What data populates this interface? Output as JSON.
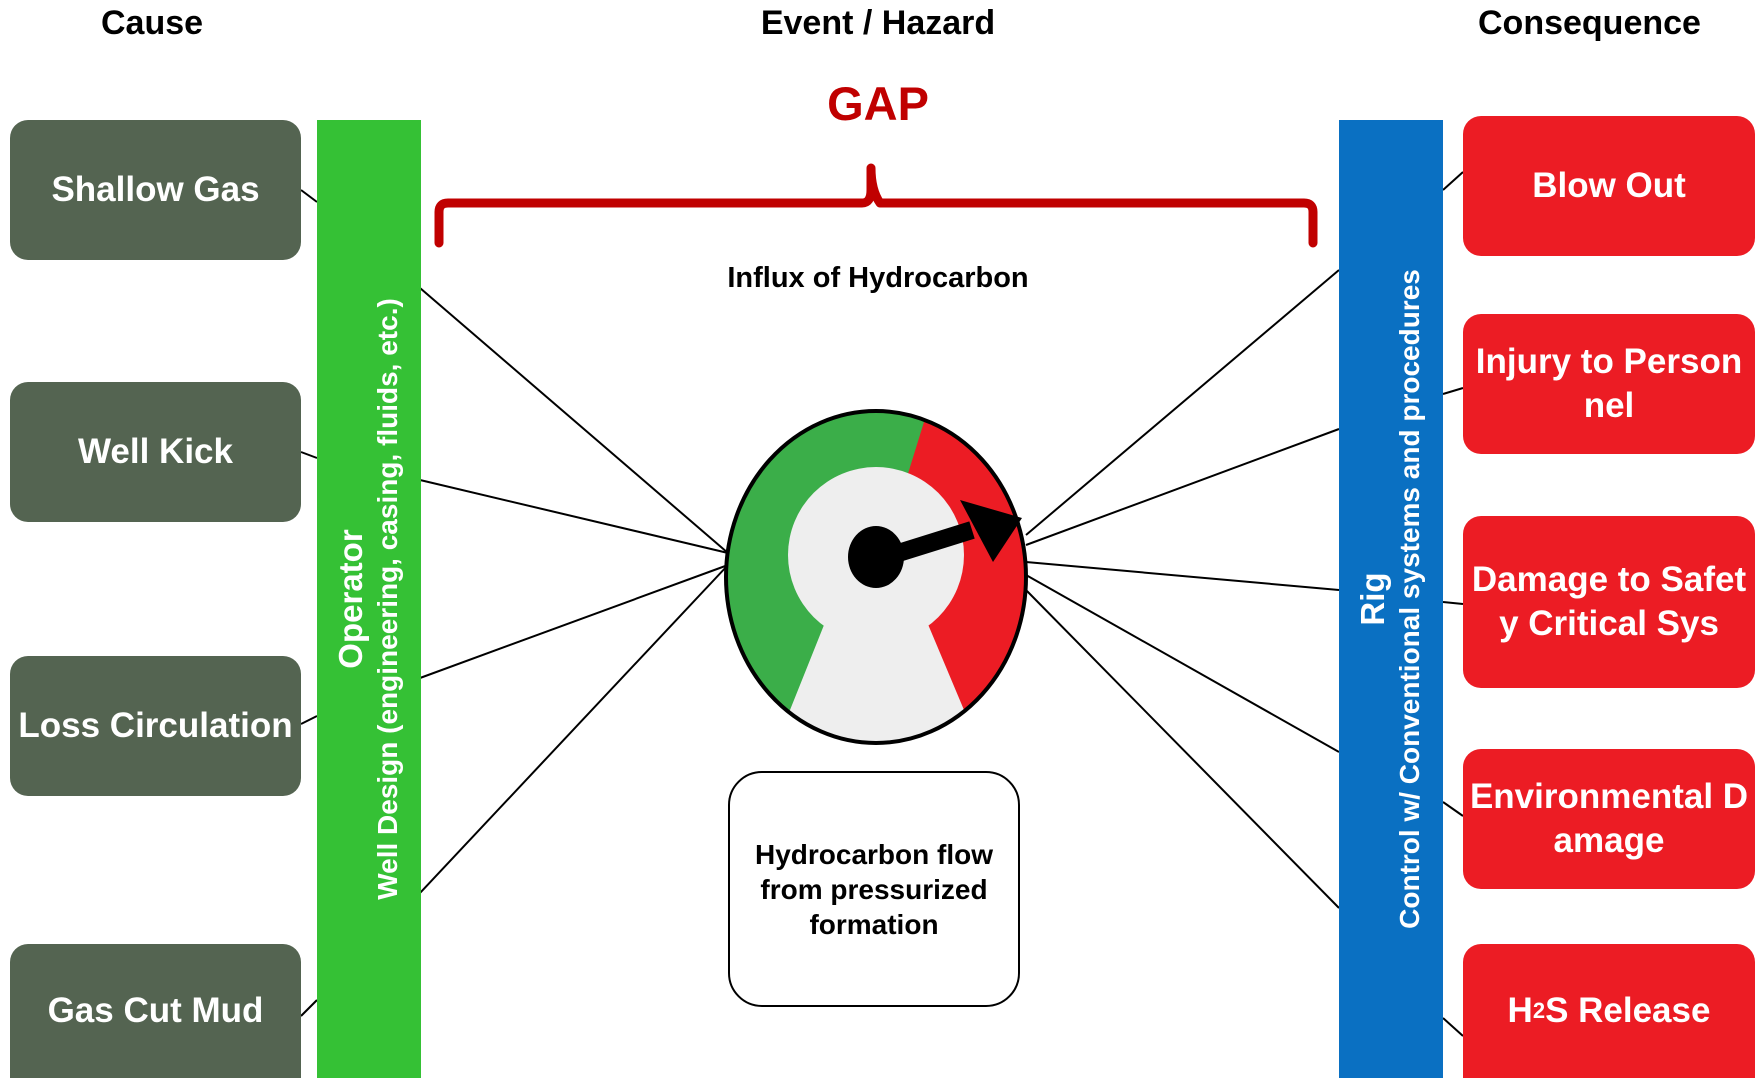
{
  "headers": {
    "cause": "Cause",
    "event": "Event / Hazard",
    "consequence": "Consequence"
  },
  "gap": {
    "label": "GAP",
    "color": "#c00000"
  },
  "event": {
    "title": "Influx of Hydrocarbon",
    "description": "Hydrocarbon flow from pressurized formation"
  },
  "causes": [
    "Shallow Gas",
    "Well Kick",
    "Loss Circulation",
    "Gas Cut Mud"
  ],
  "consequences": [
    "Blow Out",
    "Injury to Personnel",
    "Damage to Safety Critical Sys",
    "Environmental Damage",
    "H2S Release"
  ],
  "h2s": {
    "prefix": "H",
    "subscript": "2",
    "suffix": "S Release"
  },
  "left_barrier": {
    "title": "Operator",
    "subtitle": "Well Design (engineering, casing, fluids, etc.)",
    "color": "#35c135"
  },
  "right_barrier": {
    "title": "Rig",
    "subtitle": "Control w/ Conventional systems and procedures",
    "color": "#0a70c2"
  },
  "gauge": {
    "icon": "pressure-gauge-icon",
    "colors": {
      "safe": "#3bae49",
      "danger": "#ec1c24",
      "face": "#eeeeee"
    }
  },
  "colors": {
    "cause_box": "#546451",
    "consequence_box": "#ec1c24"
  }
}
